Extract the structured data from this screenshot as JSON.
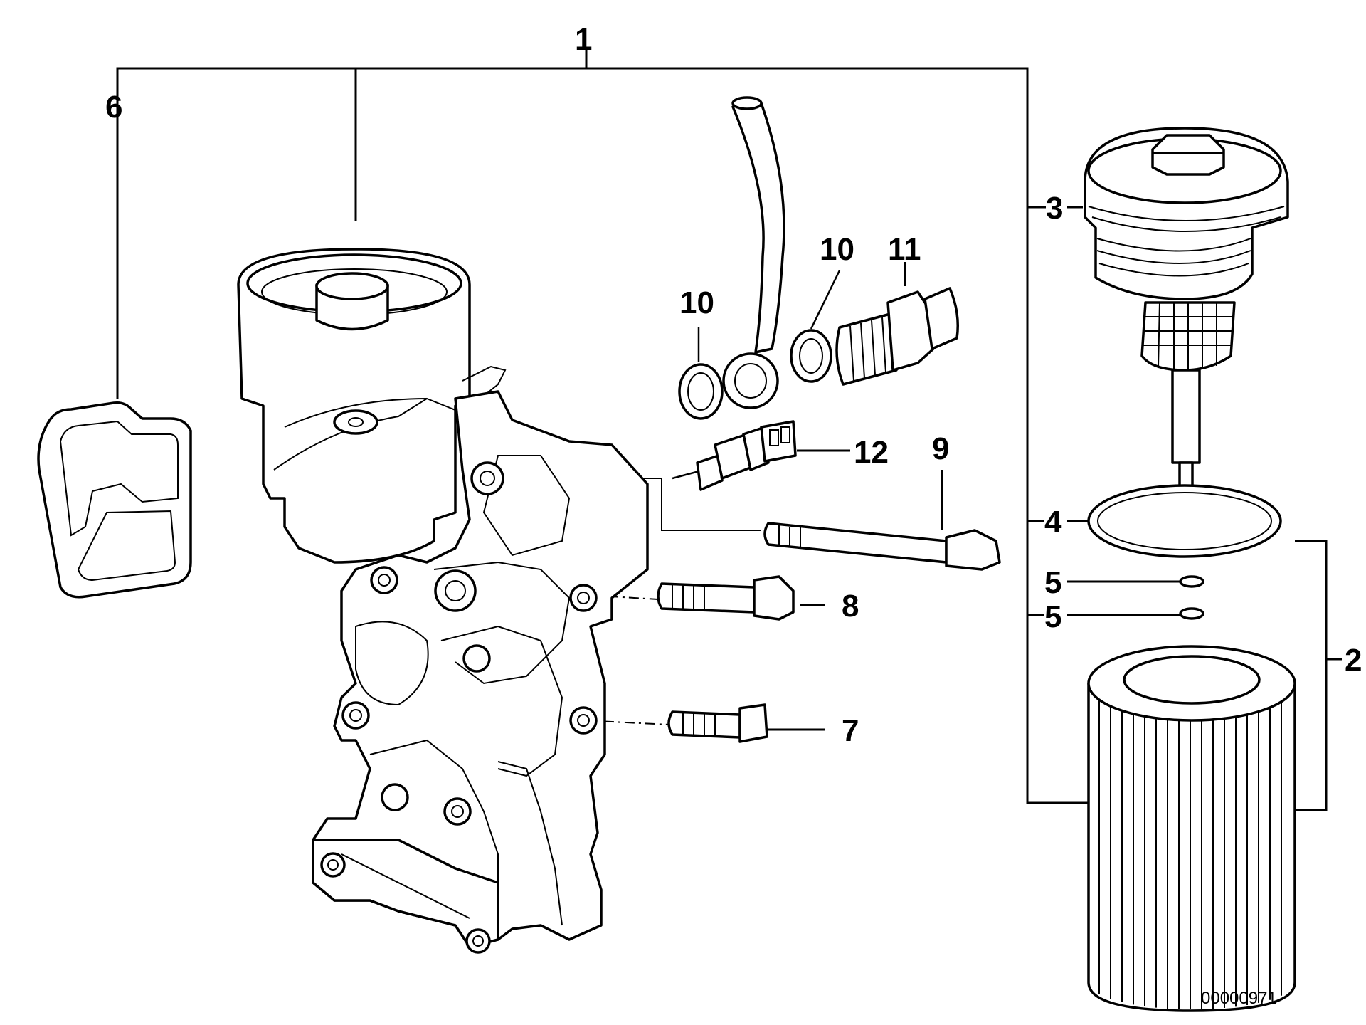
{
  "callouts": {
    "c1": "1",
    "c2": "2",
    "c3": "3",
    "c4": "4",
    "c5a": "5",
    "c5b": "5",
    "c6": "6",
    "c7": "7",
    "c8": "8",
    "c9": "9",
    "c10a": "10",
    "c10b": "10",
    "c11": "11",
    "c12": "12"
  },
  "reference_number": "00000971"
}
